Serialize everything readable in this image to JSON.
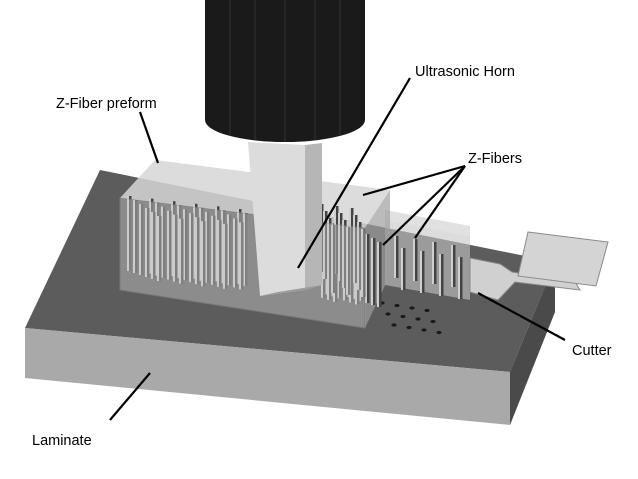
{
  "labels": {
    "ultrasonic_horn": "Ultrasonic Horn",
    "z_fiber_preform": "Z-Fiber preform",
    "z_fibers": "Z-Fibers",
    "cutter": "Cutter",
    "laminate": "Laminate"
  },
  "colors": {
    "background": "#ffffff",
    "laminate_top": "#5c5c5c",
    "laminate_front": "#a9a9a9",
    "laminate_side": "#4a4a4a",
    "horn_body": "#1a1a1a",
    "horn_tip": "#dcdcdc",
    "preform": "#c4c4c4",
    "fiber": "#cfcfcf",
    "fiber_shadow": "#444444",
    "cutter": "#d0d0d0"
  },
  "icons": [
    "ultrasonic-horn-icon",
    "z-fiber-preform-icon",
    "cutter-blade-icon",
    "laminate-icon"
  ]
}
